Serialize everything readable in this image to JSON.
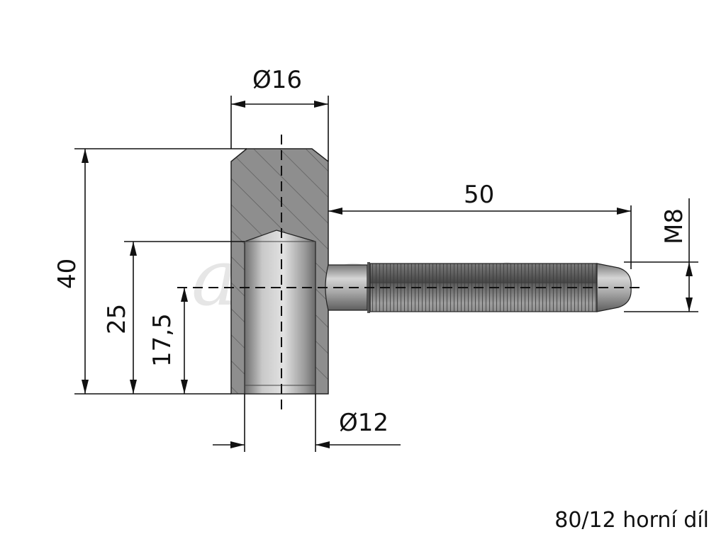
{
  "dimensions": {
    "diameter_top": "Ø16",
    "diameter_bottom": "Ø12",
    "pin_length": "50",
    "thread": "M8",
    "height_total": "40",
    "height_bore": "25",
    "height_axis": "17,5"
  },
  "watermark": "arden.cz",
  "caption": "80/12 horní díl"
}
